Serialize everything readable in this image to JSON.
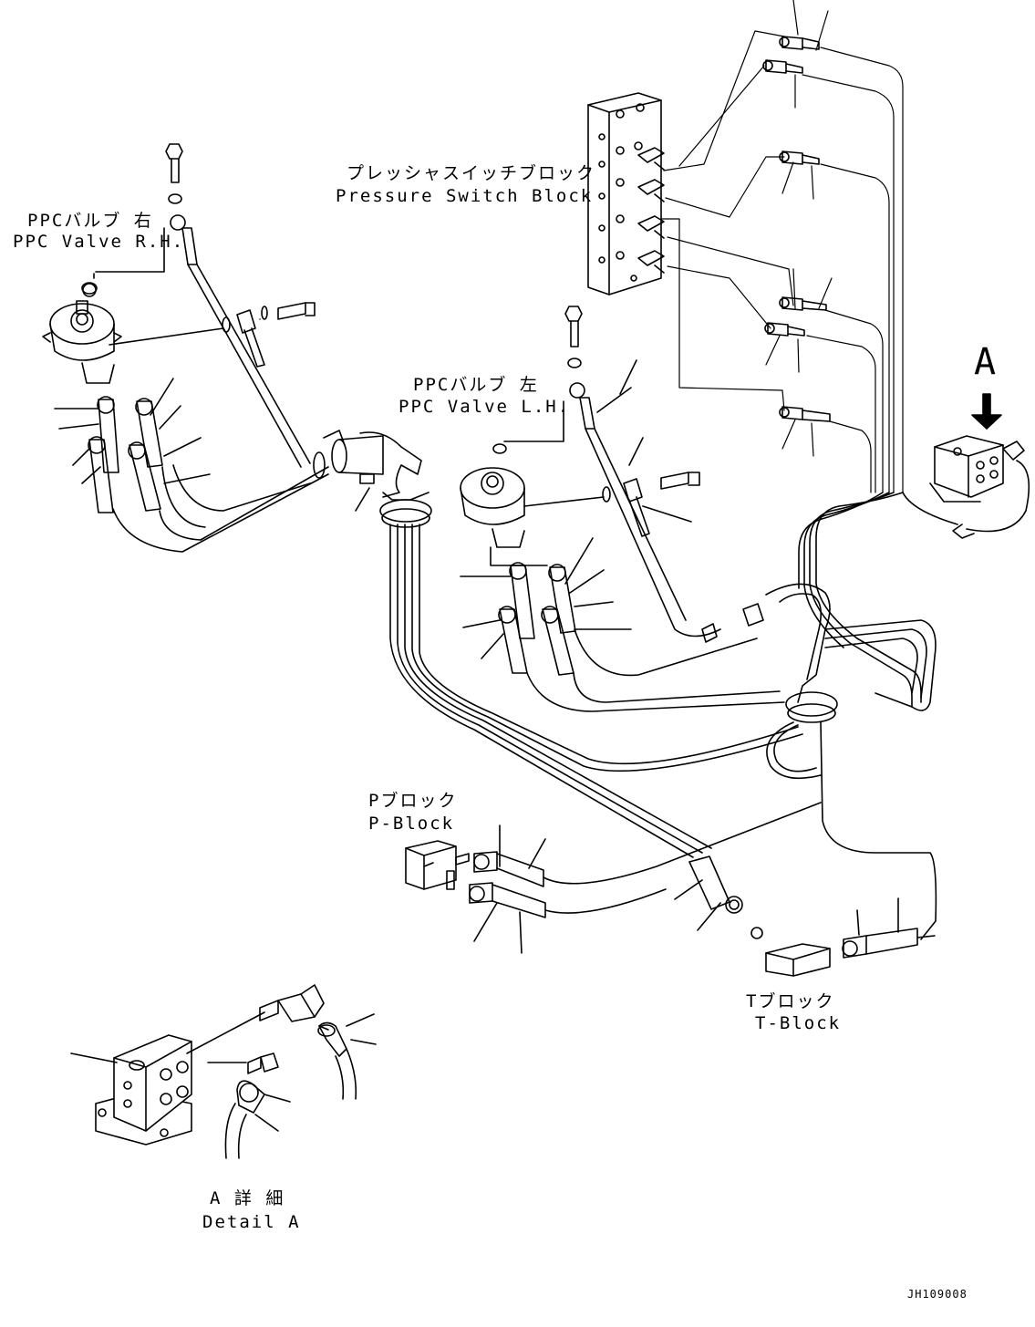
{
  "labels": {
    "psb_jp": "プレッシャスイッチブロック",
    "psb_en": "Pressure Switch Block",
    "ppc_rh_jp": "PPCバルブ 右",
    "ppc_rh_en": "PPC Valve R.H.",
    "ppc_lh_jp": "PPCバルブ 左",
    "ppc_lh_en": "PPC Valve L.H.",
    "view_a": "A",
    "pblock_jp": "Pブロック",
    "pblock_en": "P-Block",
    "tblock_jp": "Tブロック",
    "tblock_en": "T-Block",
    "detail_jp": "A 詳 細",
    "detail_en": "Detail A",
    "drawing_no": "JH109008"
  },
  "colors": {
    "ink": "#000000",
    "paper": "#ffffff"
  }
}
